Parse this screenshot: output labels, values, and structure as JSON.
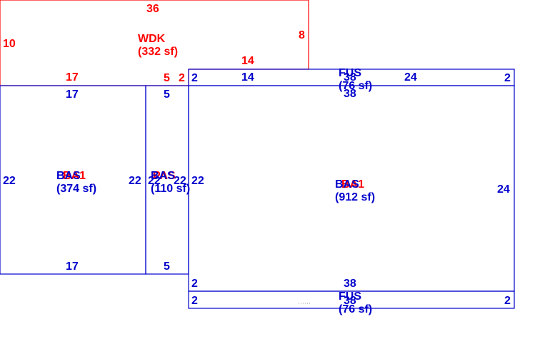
{
  "colors": {
    "outline_red": "#ff0000",
    "outline_blue": "#0000cc",
    "background": "#ffffff"
  },
  "areas": {
    "wdk": {
      "code": "WDK",
      "area": "(332 sf)"
    },
    "bas_left": {
      "code": "BAS",
      "overlay_code": "BA1",
      "area": "(374 sf)"
    },
    "bas_mid": {
      "code": "BAS",
      "overlay_code": "PAS",
      "area": "(110 sf)"
    },
    "bas_main": {
      "code": "BAS",
      "overlay_code": "BA1",
      "area": "(912 sf)"
    },
    "fus_top": {
      "code": "FUS",
      "area": "(76 sf)"
    },
    "fus_bottom": {
      "code": "FUS",
      "area": "(76 sf)"
    }
  },
  "dimensions": {
    "wdk_top": "36",
    "wdk_left": "10",
    "wdk_right": "8",
    "wdk_inner": "14",
    "wdk_bottom_17": "17",
    "wdk_bottom_5": "5",
    "wdk_bottom_2": "2",
    "left_top": "17",
    "left_left": "22",
    "left_right": "22",
    "left_bottom": "17",
    "mid_top": "5",
    "mid_left": "22",
    "mid_right": "22",
    "mid_right2": "22",
    "mid_bottom": "5",
    "main_top": "38",
    "main_right": "24",
    "main_left": "22",
    "main_bottom": "38",
    "fus_top_left": "2",
    "fus_top_14": "14",
    "fus_top_24": "24",
    "fus_top_right": "2",
    "fus_top_38": "38",
    "fus_bottom_left_upper": "2",
    "fus_bottom_left": "2",
    "fus_bottom_right": "2",
    "fus_bottom_38": "38"
  }
}
